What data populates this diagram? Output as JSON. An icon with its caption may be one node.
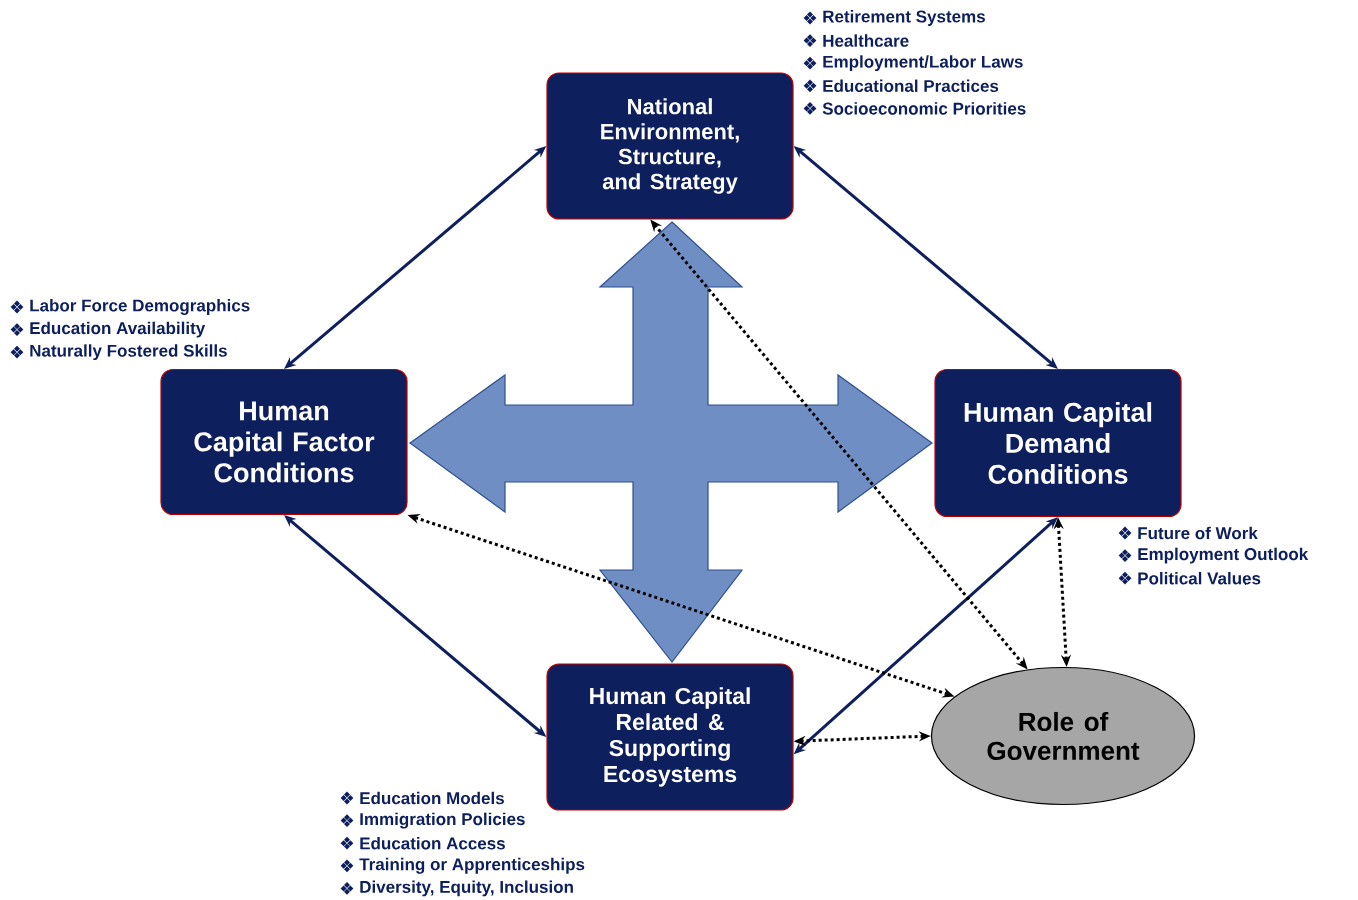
{
  "diagram": {
    "nodes": [
      {
        "text": [
          "National Environment, Structure, and Strategy"
        ],
        "beside": [
          "Retirement Systems",
          "Healthcare",
          "Employment/Labor Laws",
          "Educational Practices",
          "Socioeconomic Priorities"
        ]
      },
      {
        "text": [
          "Human Capital Factor Conditions"
        ],
        "beside": [
          "Labor Force Demographics",
          "Education Availability",
          "Naturally Fostered Skills"
        ]
      },
      {
        "text": [
          "Human Capital Demand Conditions"
        ],
        "beside": [
          "Future of Work",
          "Employment Outlook",
          "Political Values"
        ]
      },
      {
        "text": [
          "Human Capital Related & Supporting Ecosystems"
        ],
        "beside": [
          "Education Models",
          "Immigration Policies",
          "Education Access",
          "Training or Apprenticeships",
          "Diversity, Equity, Inclusion"
        ]
      },
      {
        "text": [
          "Role of Government"
        ]
      }
    ],
    "edges": [
      {
        "from": 0,
        "to": 1,
        "arrow": "both",
        "color": "#0d1f5c"
      },
      {
        "from": 0,
        "to": 2,
        "arrow": "both",
        "color": "#0d1f5c"
      },
      {
        "from": 1,
        "to": 3,
        "arrow": "both",
        "color": "#0d1f5c"
      },
      {
        "from": 2,
        "to": 3,
        "arrow": "both",
        "color": "#0d1f5c"
      },
      {
        "from": 4,
        "to": 0,
        "arrow": "both",
        "style": "dashed",
        "color": "#000000"
      },
      {
        "from": 4,
        "to": 1,
        "arrow": "both",
        "style": "dashed",
        "color": "#000000"
      },
      {
        "from": 4,
        "to": 2,
        "arrow": "both",
        "style": "dashed",
        "color": "#000000"
      },
      {
        "from": 4,
        "to": 3,
        "arrow": "both",
        "style": "dashed",
        "color": "#000000"
      }
    ]
  }
}
